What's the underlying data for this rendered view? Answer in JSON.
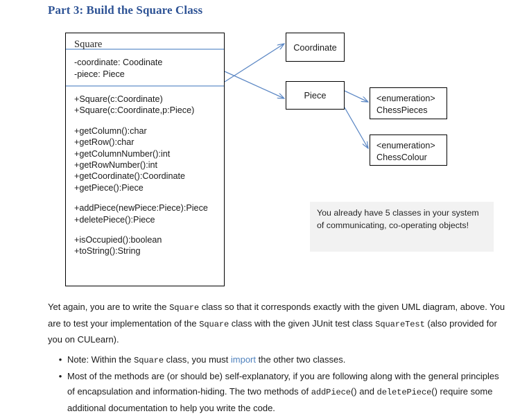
{
  "heading": "Part 3: Build the Square Class",
  "diagram": {
    "square_class": {
      "name": "Square",
      "attributes": [
        "-coordinate: Coodinate",
        "-piece: Piece"
      ],
      "operation_groups": [
        [
          "+Square(c:Coordinate)",
          "+Square(c:Coordinate,p:Piece)"
        ],
        [
          "+getColumn():char",
          "+getRow():char",
          "+getColumnNumber():int",
          "+getRowNumber():int",
          "+getCoordinate():Coordinate",
          "+getPiece():Piece"
        ],
        [
          "+addPiece(newPiece:Piece):Piece",
          "+deletePiece():Piece"
        ],
        [
          "+isOccupied():boolean",
          "+toString():String"
        ]
      ]
    },
    "coordinate_box": {
      "label": "Coordinate"
    },
    "piece_box": {
      "label": "Piece"
    },
    "chess_pieces_enum": {
      "stereotype": "<enumeration>",
      "name": "ChessPieces"
    },
    "chess_colour_enum": {
      "stereotype": "<enumeration>",
      "name": "ChessColour"
    },
    "note": "You already have 5 classes in your system of communicating, co-operating objects!",
    "arrow_color": "#5b87c4",
    "separator_color": "#9cb9dd"
  },
  "body": {
    "para1_a": "Yet again, you are to write the ",
    "para1_code1": "Square",
    "para1_b": " class so that it corresponds exactly with the given UML diagram, above. You are to test your implementation of the ",
    "para1_code2": "Square",
    "para1_c": " class with the given JUnit test class ",
    "para1_code3": "SquareTest",
    "para1_d": " (also provided for you on CULearn).",
    "bullet_marker": "•",
    "bullet1_a": "Note: Within the ",
    "bullet1_code1": "Square",
    "bullet1_b": " class, you must ",
    "bullet1_keyword": "import",
    "bullet1_c": " the other two classes.",
    "bullet2_a": "Most of the methods are (or should be) self-explanatory, if you are following along with the general principles of encapsulation and information-hiding.  The two methods of ",
    "bullet2_code1": "addPiece",
    "bullet2_b": "() and ",
    "bullet2_code2": "deletePiece",
    "bullet2_c": "() require some additional documentation to help you write the code.",
    "import_color": "#4f81bd"
  }
}
